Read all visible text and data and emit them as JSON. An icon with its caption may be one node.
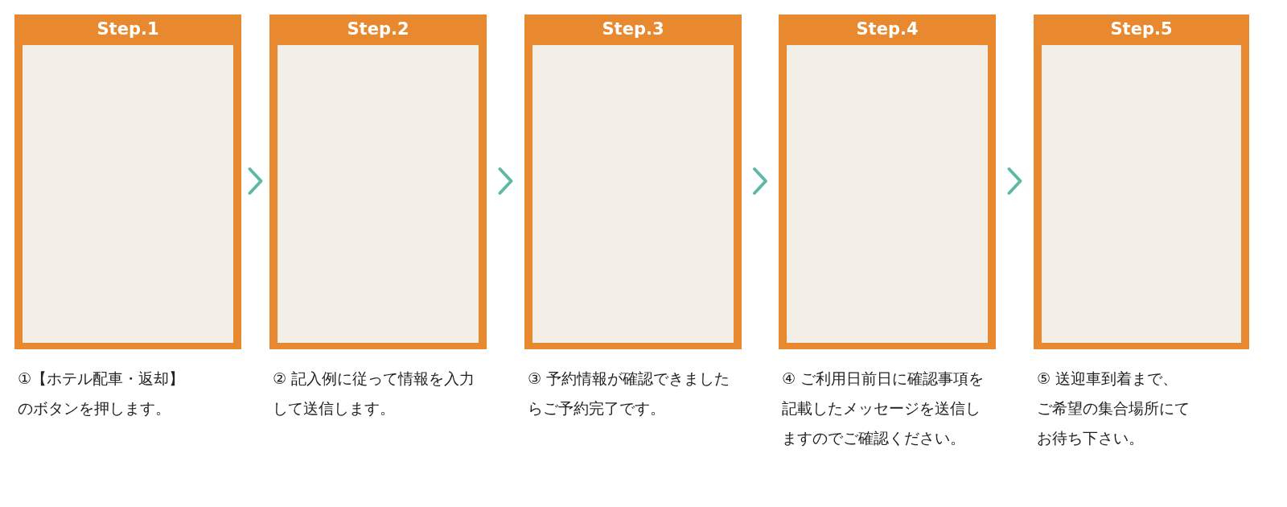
{
  "diagram": {
    "nodes": [
      {
        "text": [
          "Step.1"
        ],
        "beside": [
          "①【ホテル配車・返却】のボタンを押します。"
        ]
      },
      {
        "text": [],
        "shape": "box",
        "in": 0
      },
      {
        "text": [
          "Step.2"
        ],
        "beside": [
          "② 記入例に従って情報を入力して送信します。"
        ]
      },
      {
        "text": [],
        "shape": "box",
        "in": 2
      },
      {
        "text": [
          "Step.3"
        ],
        "beside": [
          "③ 予約情報が確認できましたらご予約完了です。"
        ]
      },
      {
        "text": [],
        "shape": "box",
        "in": 4
      },
      {
        "text": [
          "Step.4"
        ],
        "beside": [
          "④ ご利用日前日に確認事項を記載したメッセージを送信しますのでご確認ください。"
        ]
      },
      {
        "text": [],
        "shape": "box",
        "in": 6
      },
      {
        "text": [
          "Step.5"
        ],
        "beside": [
          "⑤ 送迎車到着まで、ご希望の集合場所にてお待ち下さい。"
        ]
      },
      {
        "text": [],
        "shape": "box",
        "in": 8
      }
    ],
    "edges": [
      {
        "from": 0,
        "to": 2,
        "arrow": "to"
      },
      {
        "from": 2,
        "to": 4,
        "arrow": "to"
      },
      {
        "from": 4,
        "to": 6,
        "arrow": "to"
      },
      {
        "from": 6,
        "to": 8,
        "arrow": "to"
      }
    ]
  }
}
